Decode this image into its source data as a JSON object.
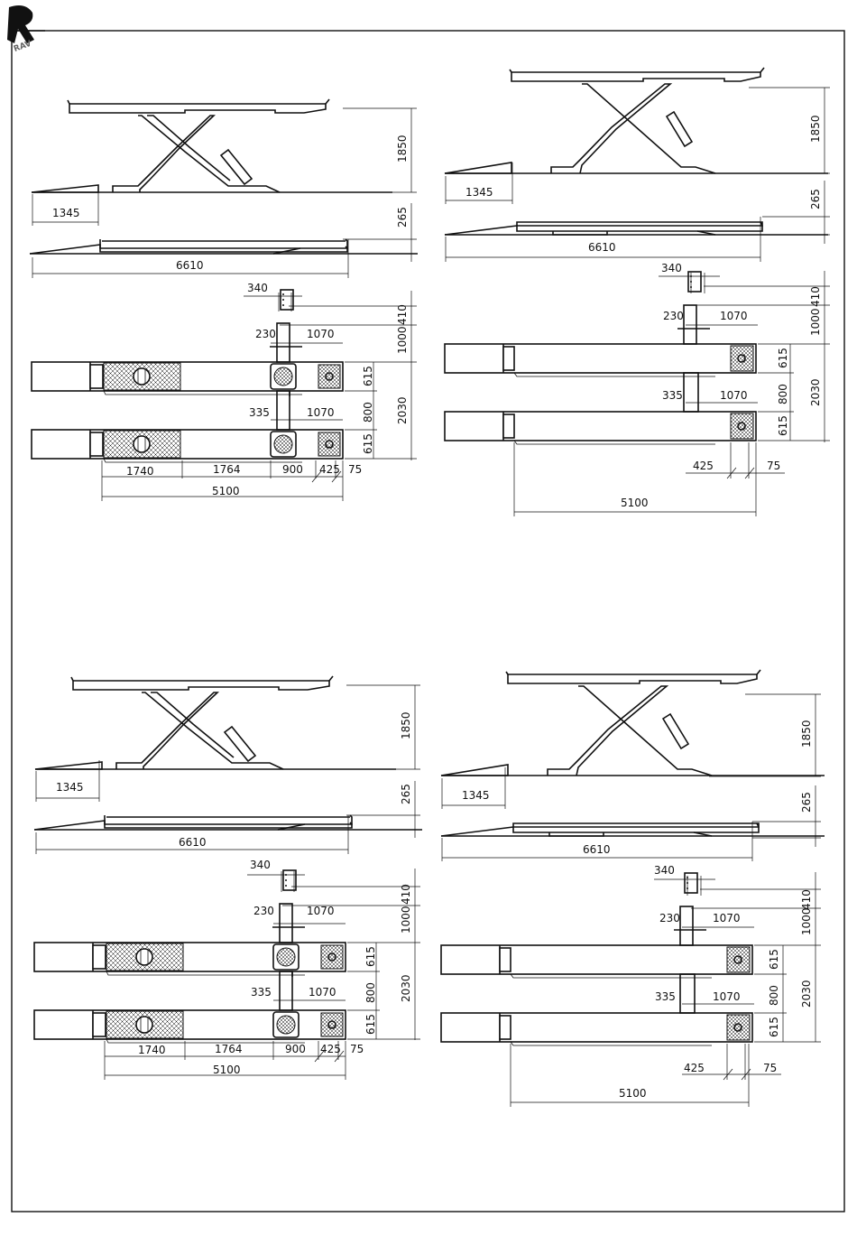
{
  "logo": {
    "text": "RAV"
  },
  "colors": {
    "line": "#111111",
    "background": "#ffffff"
  },
  "variants": [
    {
      "dims": {
        "lift_height": "1850",
        "ramp": "1345",
        "lowered": "265",
        "overall": "6610",
        "console_w": "340",
        "console_h": "410",
        "console_gap": "1000",
        "post": "230",
        "post_off": "1070",
        "post2": "335",
        "post2_off": "1070",
        "pw_a": "615",
        "pw_gap": "800",
        "pw_b": "615",
        "pw_total": "2030",
        "seg_1": "1740",
        "seg_2": "1764",
        "seg_3": "900",
        "seg_4": "425",
        "seg_5": "75",
        "len": "5100"
      }
    },
    {
      "dims": {
        "lift_height": "1850",
        "ramp": "1345",
        "lowered": "265",
        "overall": "6610",
        "console_w": "340",
        "console_h": "410",
        "console_gap": "1000",
        "post": "230",
        "post_off": "1070",
        "post2": "335",
        "post2_off": "1070",
        "pw_a": "615",
        "pw_gap": "800",
        "pw_b": "615",
        "pw_total": "2030",
        "seg_4": "425",
        "seg_5": "75",
        "len": "5100"
      }
    },
    {
      "dims": {
        "lift_height": "1850",
        "ramp": "1345",
        "lowered": "265",
        "overall": "6610",
        "console_w": "340",
        "console_h": "410",
        "console_gap": "1000",
        "post": "230",
        "post_off": "1070",
        "post2": "335",
        "post2_off": "1070",
        "pw_a": "615",
        "pw_gap": "800",
        "pw_b": "615",
        "pw_total": "2030",
        "seg_1": "1740",
        "seg_2": "1764",
        "seg_3": "900",
        "seg_4": "425",
        "seg_5": "75",
        "len": "5100"
      }
    },
    {
      "dims": {
        "lift_height": "1850",
        "ramp": "1345",
        "lowered": "265",
        "overall": "6610",
        "console_w": "340",
        "console_h": "410",
        "console_gap": "1000",
        "post": "230",
        "post_off": "1070",
        "post2": "335",
        "post2_off": "1070",
        "pw_a": "615",
        "pw_gap": "800",
        "pw_b": "615",
        "pw_total": "2030",
        "seg_4": "425",
        "seg_5": "75",
        "len": "5100"
      }
    }
  ]
}
